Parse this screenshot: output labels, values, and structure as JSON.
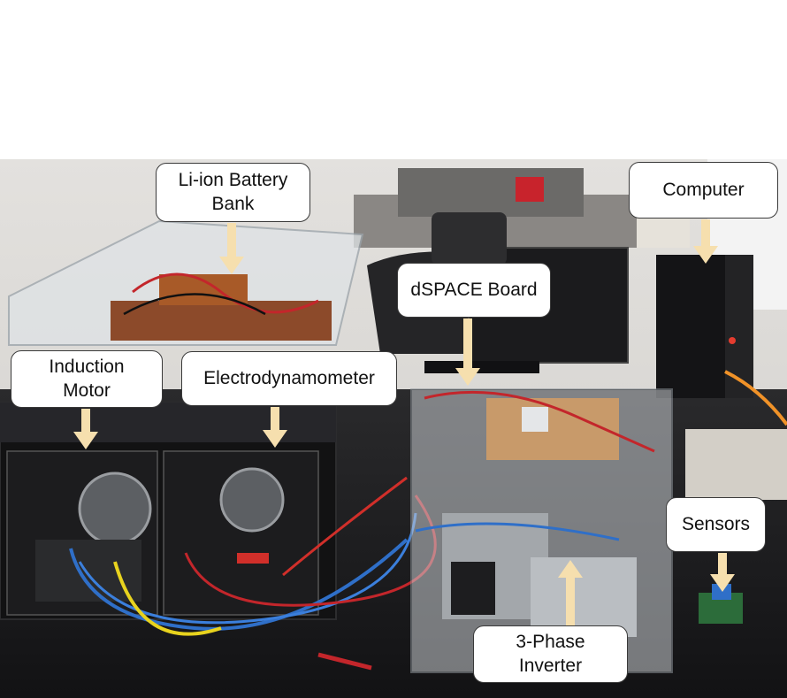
{
  "photo": {
    "subject": "Lab experimental setup with labeled hardware",
    "colors": {
      "accent_arrow": "#f6dfae",
      "label_border": "#3a3a3a",
      "label_fill": "#ffffff"
    }
  },
  "labels": {
    "battery": "Li-ion Battery\nBank",
    "computer": "Computer",
    "dspace": "dSPACE Board",
    "motor": "Induction\nMotor",
    "dynamometer": "Electrodynamometer",
    "sensors": "Sensors",
    "inverter": "3-Phase\nInverter"
  }
}
